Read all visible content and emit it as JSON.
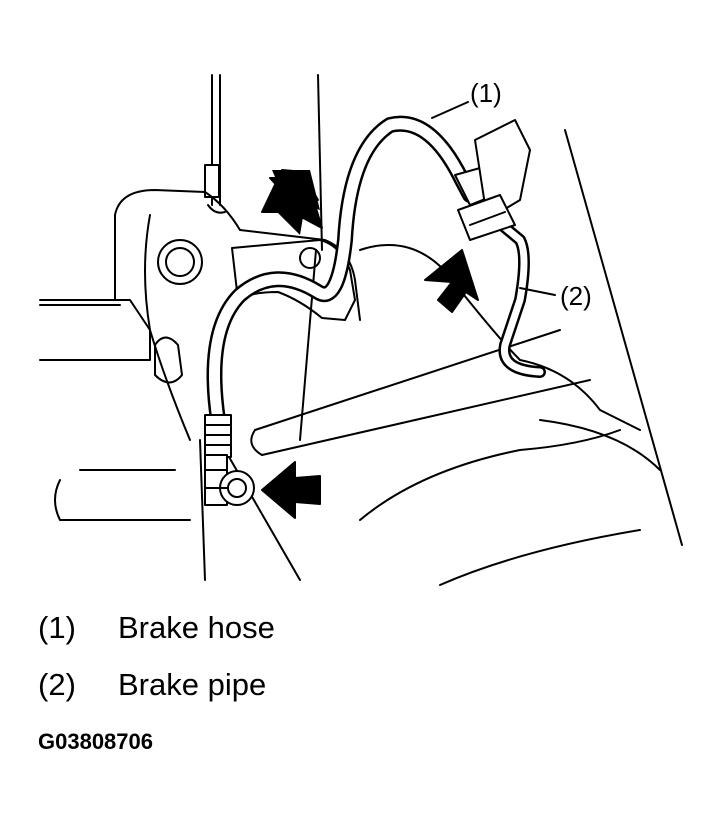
{
  "callouts": {
    "hose_number": "(1)",
    "pipe_number": "(2)"
  },
  "legend": [
    {
      "number": "(1)",
      "label": "Brake hose"
    },
    {
      "number": "(2)",
      "label": "Brake pipe"
    }
  ],
  "figure_id": "G03808706",
  "colors": {
    "ink": "#000000",
    "paper": "#ffffff"
  }
}
